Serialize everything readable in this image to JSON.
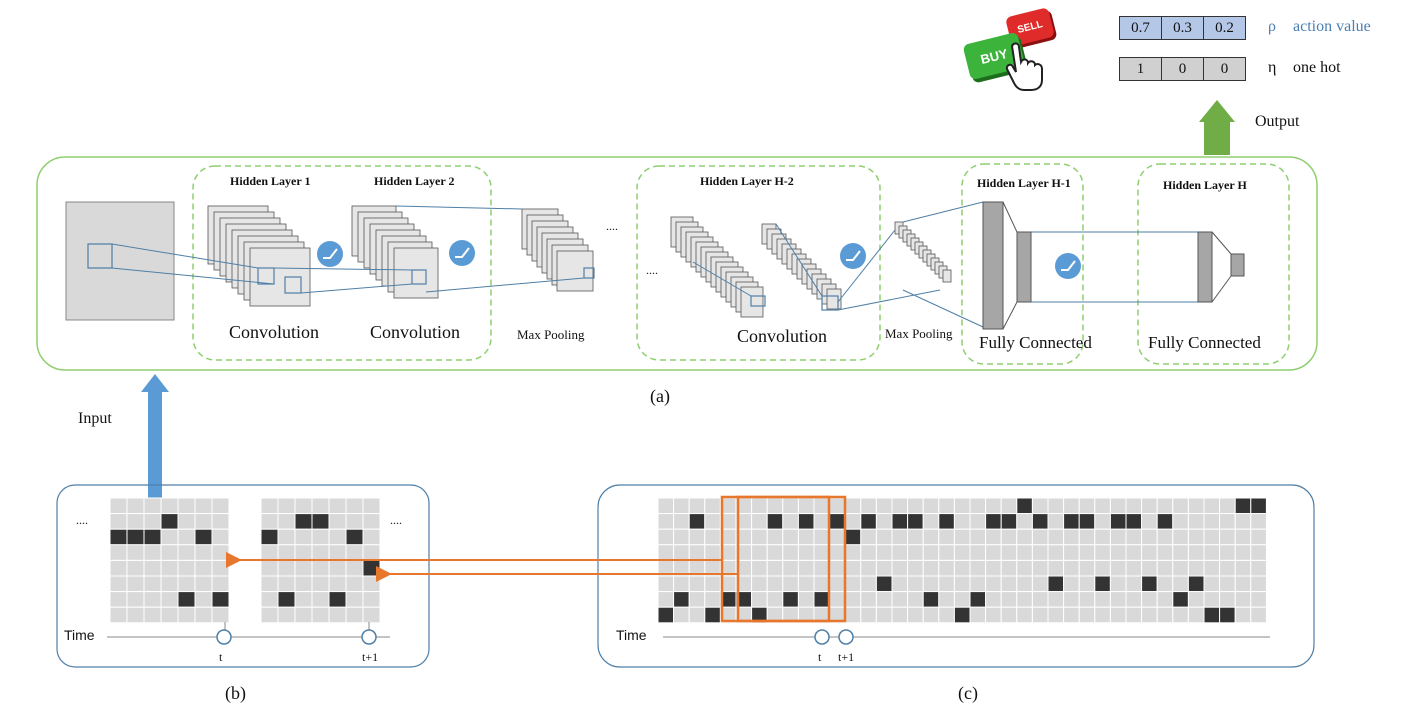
{
  "output": {
    "action_values": [
      "0.7",
      "0.3",
      "0.2"
    ],
    "one_hot": [
      "1",
      "0",
      "0"
    ],
    "rho_symbol": "ρ",
    "rho_label": "action value",
    "eta_symbol": "η",
    "eta_label": "one hot",
    "arrow_label": "Output",
    "buy_label": "BUY",
    "sell_label": "SELL"
  },
  "network": {
    "layers": [
      "Hidden Layer 1",
      "Hidden Layer 2",
      "Hidden Layer H-2",
      "Hidden Layer H-1",
      "Hidden Layer H"
    ],
    "ops": [
      "Convolution",
      "Convolution",
      "Max Pooling",
      "Convolution",
      "Max Pooling",
      "Fully Connected",
      "Fully Connected"
    ],
    "ellipsis": [
      "....",
      "...."
    ],
    "caption": "(a)"
  },
  "input_label": "Input",
  "panel_b": {
    "caption": "(b)",
    "time_label": "Time",
    "t_labels": [
      "t",
      "t+1"
    ],
    "ellipsis": [
      "....",
      "...."
    ]
  },
  "panel_c": {
    "caption": "(c)",
    "time_label": "Time",
    "t_labels": [
      "t",
      "t+1"
    ]
  },
  "colors": {
    "network_border": "#8fcf6f",
    "panel_border": "#4f7fa6",
    "highlight": "#e8772e",
    "arrow_blue": "#5b9bd5",
    "arrow_green": "#70ad47"
  }
}
